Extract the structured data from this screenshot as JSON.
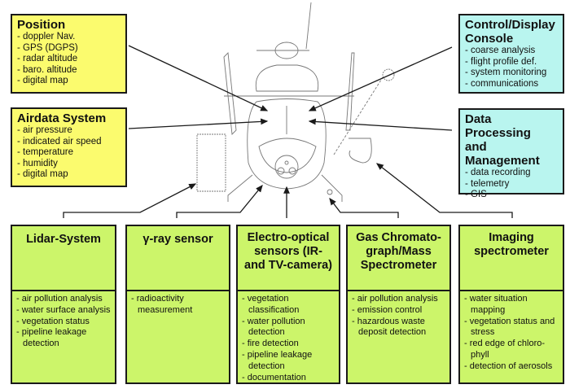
{
  "diagram": {
    "subject": "helicopter-front-view",
    "top_boxes": {
      "position": {
        "title": "Position",
        "items": [
          "- doppler Nav.",
          "- GPS (DGPS)",
          "- radar altitude",
          "- baro. altitude",
          "- digital map"
        ],
        "color": "#fbfb6e"
      },
      "airdata": {
        "title": "Airdata System",
        "items": [
          "- air pressure",
          "- indicated air speed",
          "- temperature",
          "- humidity",
          "- digital map"
        ],
        "color": "#fbfb6e"
      },
      "control_display": {
        "title_lines": [
          "Control/Display",
          "Console"
        ],
        "items": [
          "- coarse analysis",
          "- flight profile def.",
          "- system monitoring",
          "- communications"
        ],
        "color": "#b9f5ef"
      },
      "data_processing": {
        "title_lines": [
          "Data Processing",
          "and",
          "Management"
        ],
        "items": [
          "- data recording",
          "- telemetry",
          "- GIS"
        ],
        "color": "#b9f5ef"
      }
    },
    "sensors": [
      {
        "title": "Lidar-System",
        "items": [
          "- air pollution analysis",
          "- water surface analysis",
          "- vegetation status",
          "- pipeline leakage detection"
        ]
      },
      {
        "title": "γ-ray sensor",
        "items": [
          "- radioactivity measurement"
        ]
      },
      {
        "title": "Electro-optical sensors (IR- and TV-camera)",
        "items": [
          "- vegetation classification",
          "- water pollution detection",
          "- fire detection",
          "- pipeline leakage detection",
          "- documentation"
        ]
      },
      {
        "title": "Gas Chromato-graph/Mass Spectrometer",
        "items": [
          "- air pollution analysis",
          "- emission control",
          "- hazardous waste deposit detection"
        ]
      },
      {
        "title": "Imaging spectrometer",
        "items": [
          "- water situation mapping",
          "- vegetation status and stress",
          "- red edge of chloro-phyll",
          "- detection of aerosols"
        ]
      }
    ],
    "sensor_color": "#ccf56a",
    "line_color": "#1a1a1a"
  }
}
